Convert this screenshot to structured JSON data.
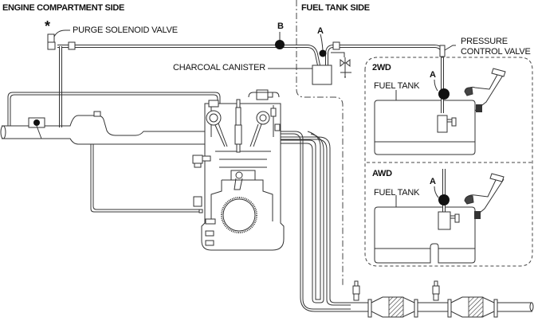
{
  "title": "Evaporative emission control system diagram",
  "sections": {
    "engine_side": "ENGINE COMPARTMENT SIDE",
    "fuel_tank_side": "FUEL TANK SIDE"
  },
  "labels": {
    "purge_solenoid_valve": "PURGE SOLENOID VALVE",
    "purge_marker": "*",
    "charcoal_canister": "CHARCOAL CANISTER",
    "pressure_control_valve_line1": "PRESSURE",
    "pressure_control_valve_line2": "CONTROL VALVE",
    "fuel_tank_2wd": "FUEL TANK",
    "fuel_tank_awd": "FUEL TANK"
  },
  "variants": {
    "2wd": "2WD",
    "awd": "AWD"
  },
  "connection_points": {
    "a_canister": "A",
    "a_2wd": "A",
    "a_awd": "A",
    "b": "B"
  },
  "colors": {
    "line": "#333333",
    "marker": "#111111",
    "background": "#ffffff"
  }
}
